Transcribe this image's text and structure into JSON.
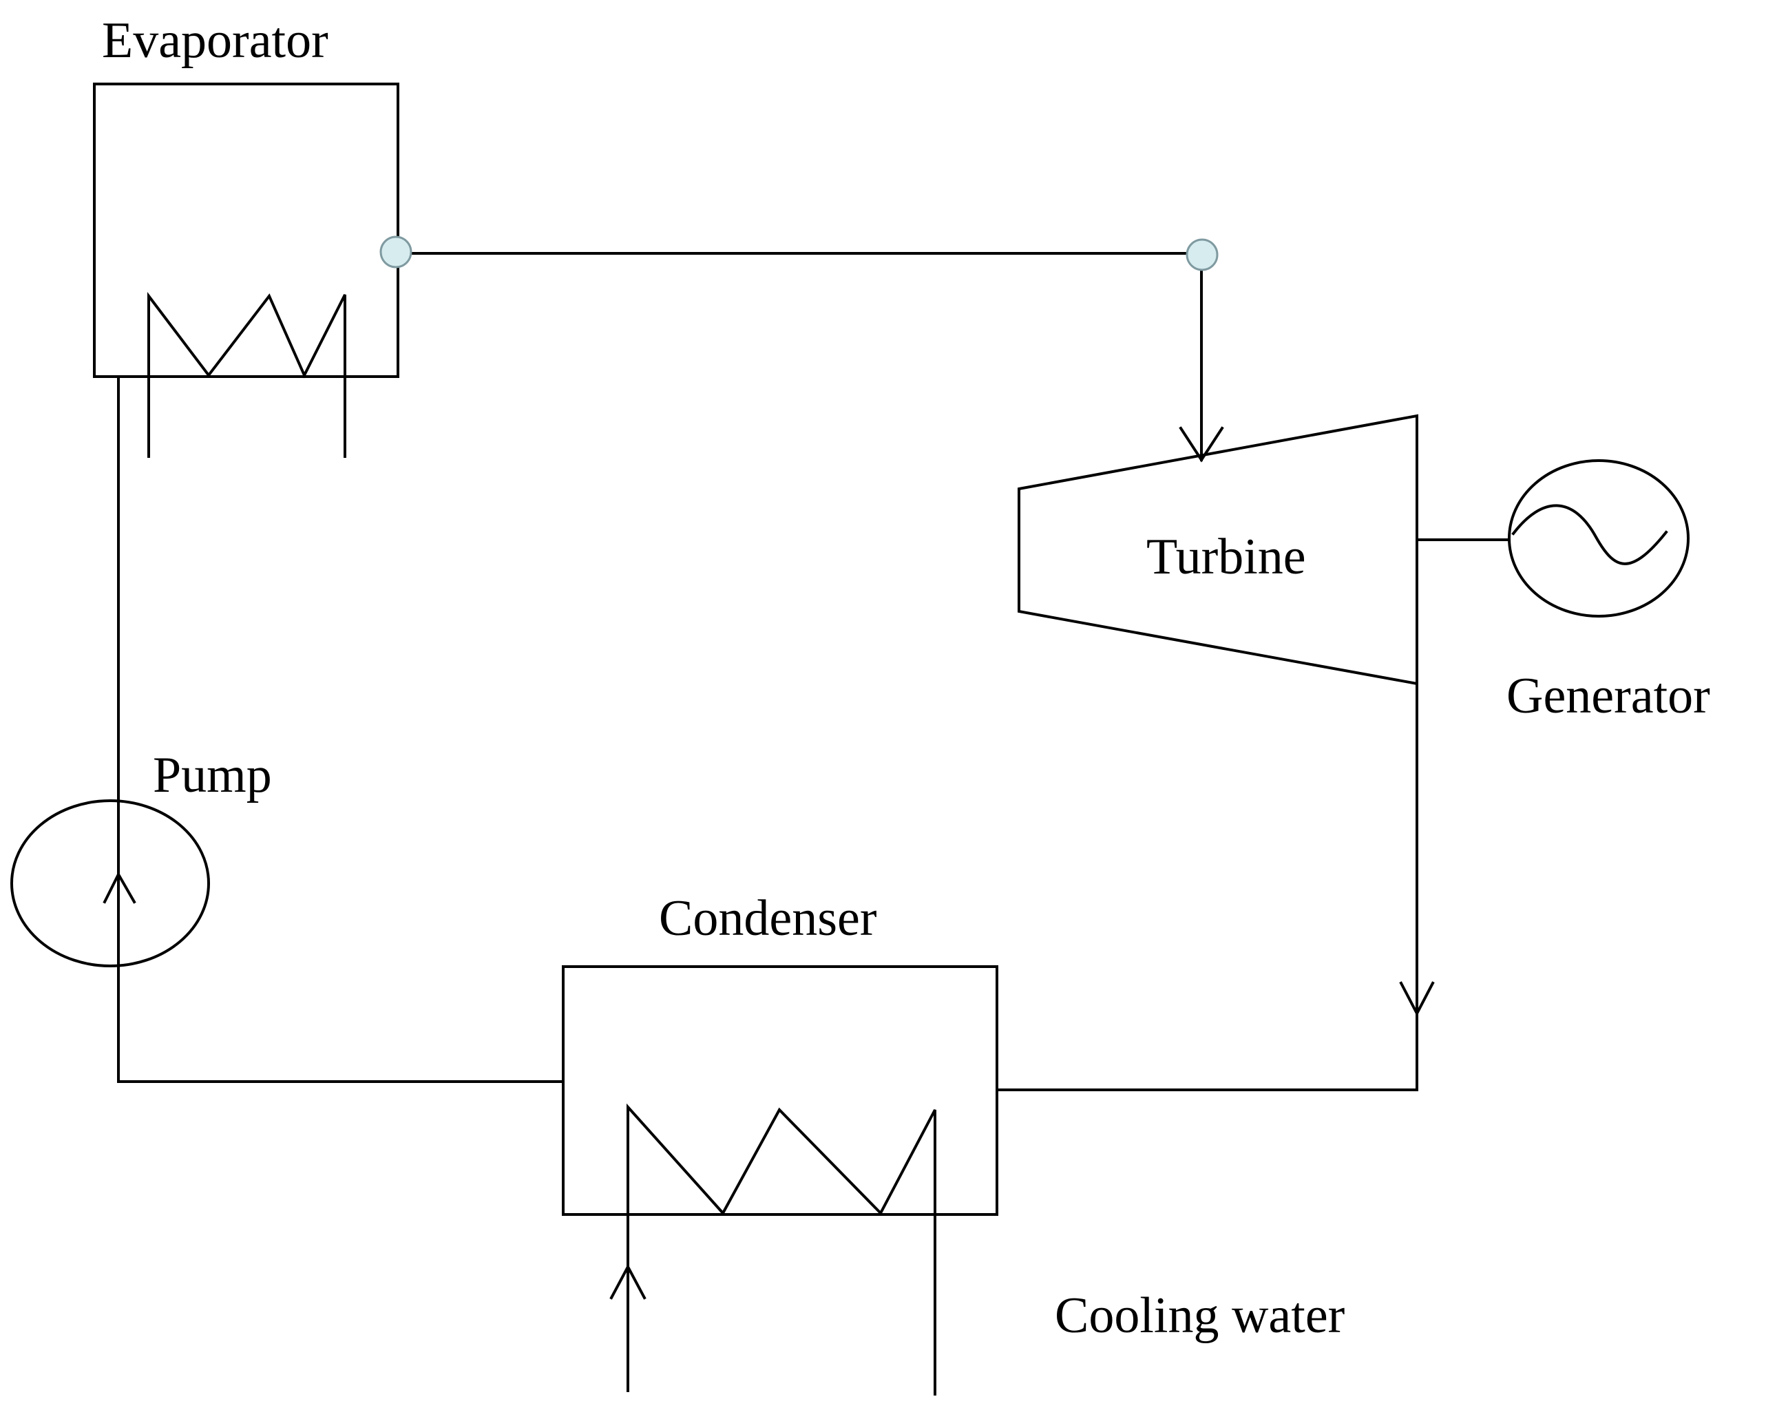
{
  "labels": {
    "evaporator": "Evaporator",
    "turbine": "Turbine",
    "generator": "Generator",
    "pump": "Pump",
    "condenser": "Condenser",
    "cooling_water": "Cooling water"
  },
  "colors": {
    "line": "#000000",
    "node_fill": "#d6ecef",
    "node_stroke": "#7f9aa0",
    "background": "#ffffff"
  }
}
